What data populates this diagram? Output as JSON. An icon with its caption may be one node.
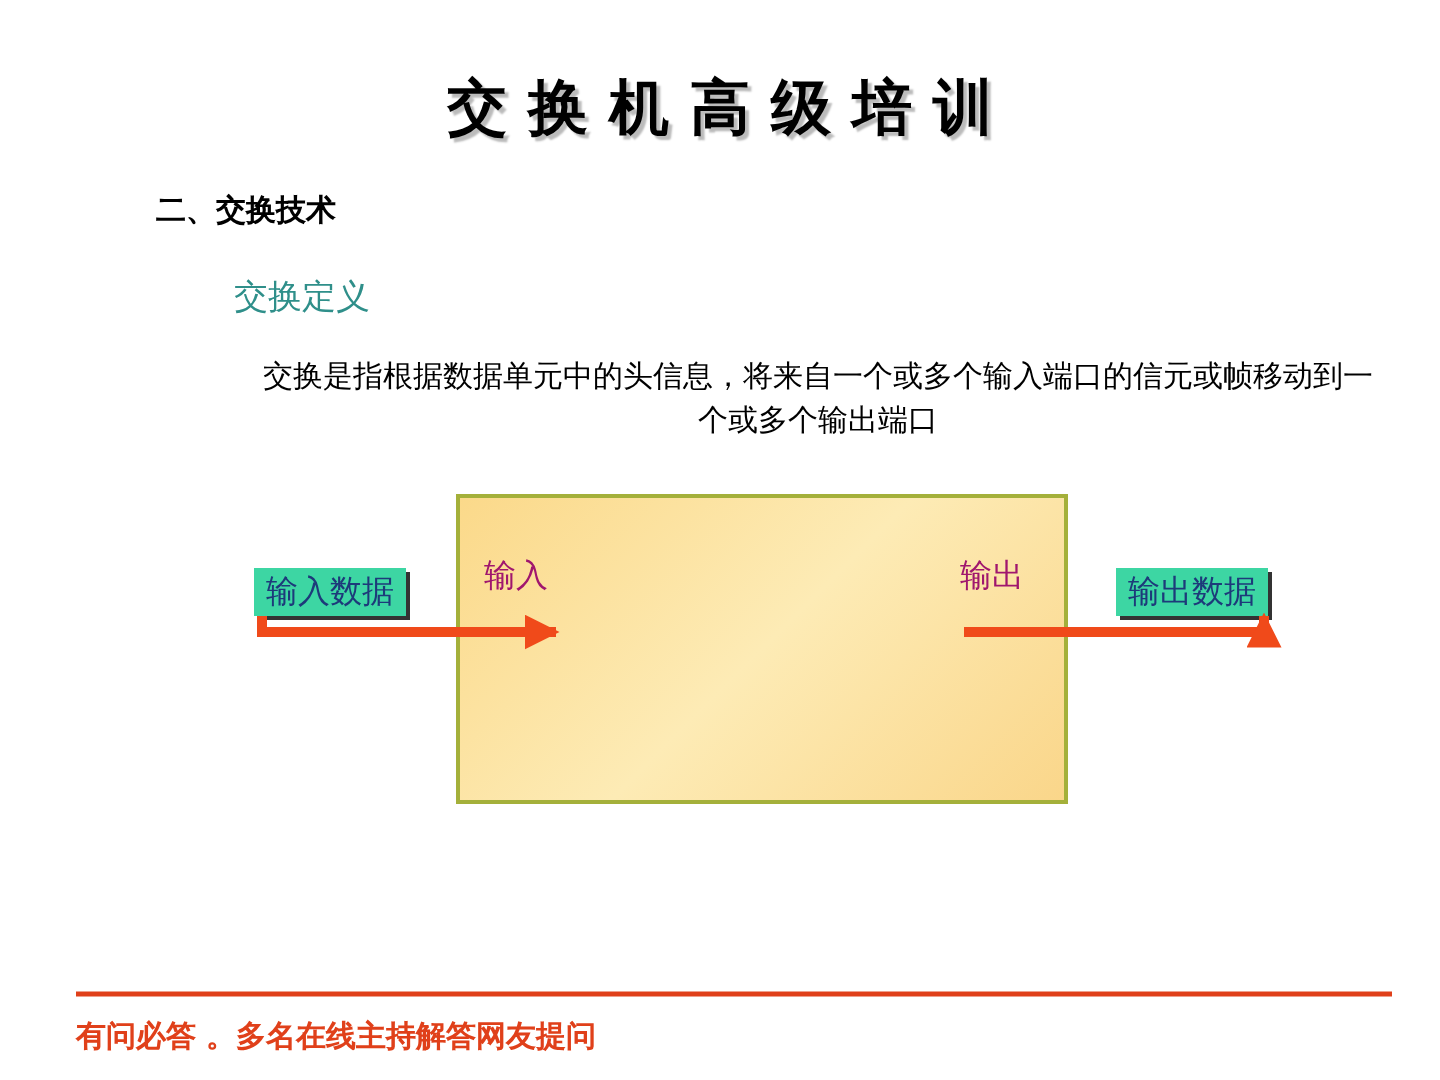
{
  "diagram": {
    "title": "交 换 机 高 级 培 训",
    "nodes": [
      {
        "text": [
          "输入数据"
        ]
      },
      {
        "text": [],
        "shape": "box"
      },
      {
        "text": [
          "输入"
        ],
        "in": 1
      },
      {
        "text": [
          "输出"
        ],
        "in": 1
      },
      {
        "text": [
          "输出数据"
        ]
      }
    ],
    "edges": [
      {
        "from": 0,
        "to": 2,
        "arrow": "to"
      },
      {
        "from": 3,
        "to": 4,
        "arrow": "to"
      }
    ],
    "labels": [
      "二、交换技术",
      "交换定义",
      "交换是指根据数据单元中的头信息，将来自一个或多个输入端口的信元或帧移动到一个或多个输出端口",
      "有问必答 。多名在线主持解答网友提问"
    ]
  }
}
